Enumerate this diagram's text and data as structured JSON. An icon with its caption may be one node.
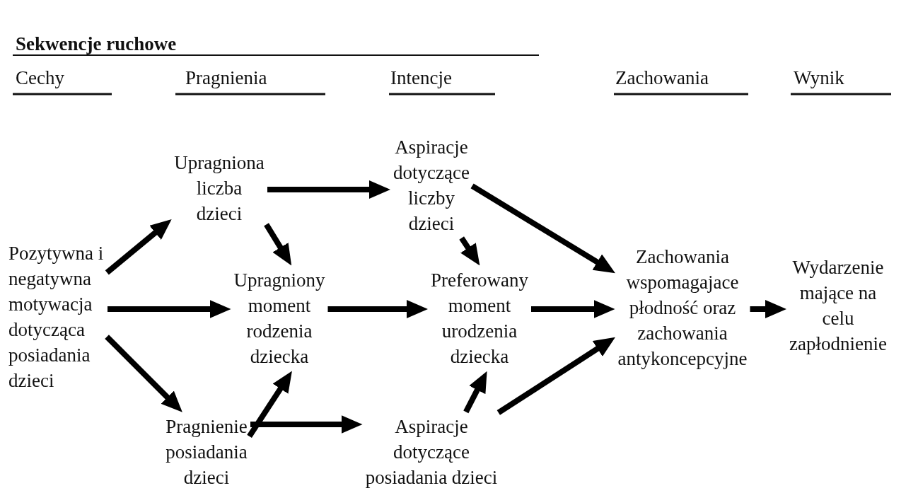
{
  "diagram": {
    "title": "Sekwencje ruchowe",
    "nodes": [
      {
        "text": [
          "Pozytywna i negatywna motywacja dotycząca posiadania dzieci"
        ]
      },
      {
        "text": [
          "Upragniona liczba dzieci"
        ]
      },
      {
        "text": [
          "Upragniony moment rodzenia dziecka"
        ]
      },
      {
        "text": [
          "Pragnienie posiadania dzieci"
        ]
      },
      {
        "text": [
          "Aspiracje dotyczące liczby dzieci"
        ]
      },
      {
        "text": [
          "Preferowany moment urodzenia dziecka"
        ]
      },
      {
        "text": [
          "Aspiracje dotyczące posiadania dzieci"
        ]
      },
      {
        "text": [
          "Zachowania wspomagajace płodność oraz zachowania antykoncepcyjne"
        ]
      },
      {
        "text": [
          "Wydarzenie mające na celu zapłodnienie"
        ]
      }
    ],
    "edges": [
      {
        "from": 0,
        "to": 1,
        "arrow": "to"
      },
      {
        "from": 0,
        "to": 2,
        "arrow": "to"
      },
      {
        "from": 0,
        "to": 3,
        "arrow": "to"
      },
      {
        "from": 1,
        "to": 4,
        "arrow": "to"
      },
      {
        "from": 1,
        "to": 2,
        "arrow": "to"
      },
      {
        "from": 3,
        "to": 2,
        "arrow": "to"
      },
      {
        "from": 2,
        "to": 5,
        "arrow": "to"
      },
      {
        "from": 4,
        "to": 5,
        "arrow": "to"
      },
      {
        "from": 6,
        "to": 5,
        "arrow": "to"
      },
      {
        "from": 3,
        "to": 6,
        "arrow": "to"
      },
      {
        "from": 4,
        "to": 7,
        "arrow": "to"
      },
      {
        "from": 5,
        "to": 7,
        "arrow": "to"
      },
      {
        "from": 6,
        "to": 7,
        "arrow": "to"
      },
      {
        "from": 7,
        "to": 8,
        "arrow": "to"
      }
    ],
    "labels": [
      "Cechy",
      "Pragnienia",
      "Intencje",
      "Zachowania",
      "Wynik"
    ]
  }
}
